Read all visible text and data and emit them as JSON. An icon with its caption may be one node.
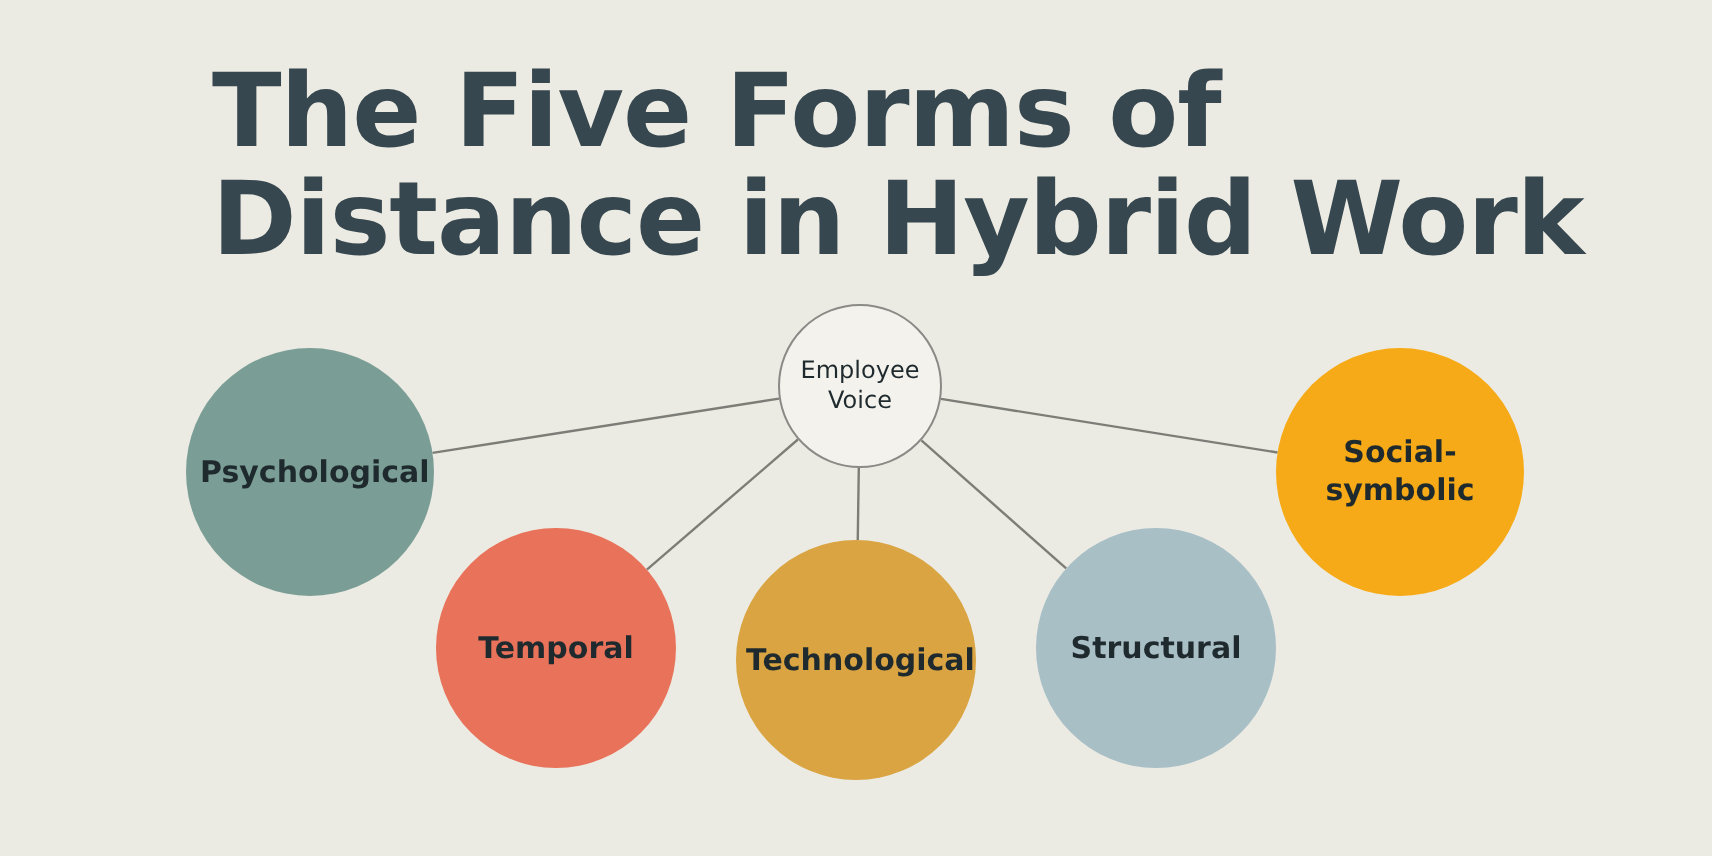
{
  "diagram": {
    "title": "The Five Forms of Distance in Hybrid Work",
    "nodes": [
      {
        "text": [
          "Employee Voice"
        ]
      },
      {
        "text": [
          "Psychological"
        ]
      },
      {
        "text": [
          "Temporal"
        ]
      },
      {
        "text": [
          "Technological"
        ]
      },
      {
        "text": [
          "Structural"
        ]
      },
      {
        "text": [
          "Social-symbolic"
        ]
      }
    ],
    "edges": [
      {
        "from": 0,
        "to": 1,
        "arrow": "none"
      },
      {
        "from": 0,
        "to": 2,
        "arrow": "none"
      },
      {
        "from": 0,
        "to": 3,
        "arrow": "none"
      },
      {
        "from": 0,
        "to": 4,
        "arrow": "none"
      },
      {
        "from": 0,
        "to": 5,
        "arrow": "none"
      }
    ]
  }
}
